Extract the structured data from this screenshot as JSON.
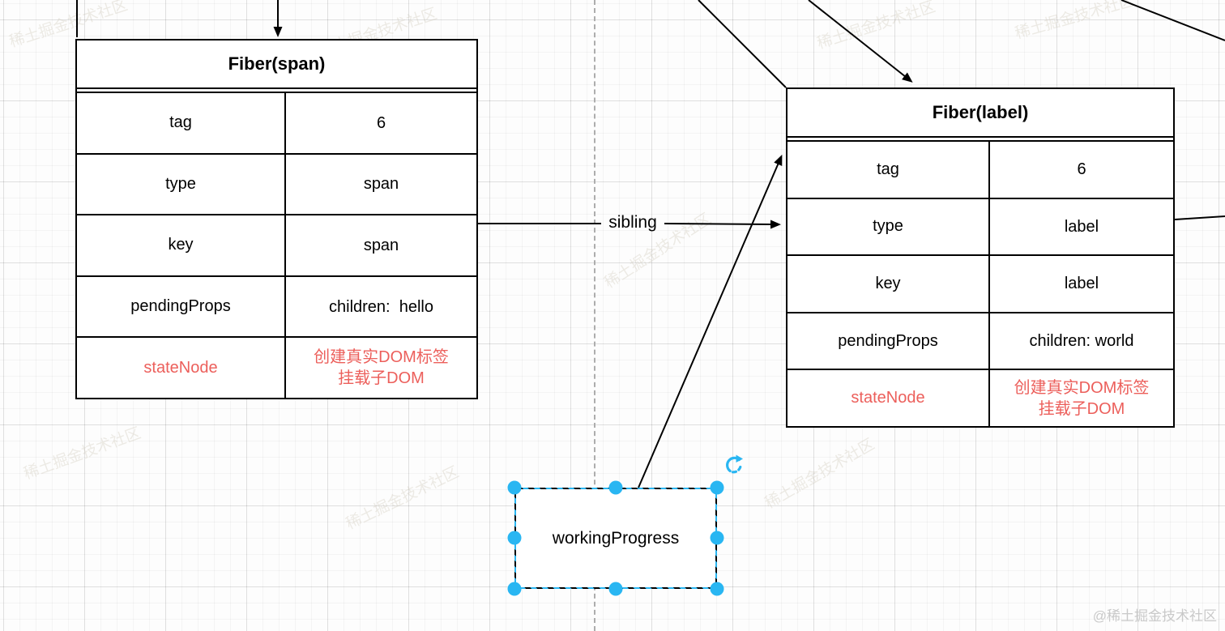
{
  "canvas": {
    "watermark_tile": "稀土掘金技术社区",
    "corner_watermark": "@稀土掘金技术社区"
  },
  "edges": {
    "sibling_label": "sibling"
  },
  "selection": {
    "node_label": "workingProgress"
  },
  "tables": {
    "span": {
      "title": "Fiber(span)",
      "rows": [
        {
          "key": "tag",
          "value": "6"
        },
        {
          "key": "type",
          "value": "span"
        },
        {
          "key": "key",
          "value": "span"
        },
        {
          "key": "pendingProps",
          "value": "children:  hello"
        },
        {
          "key": "stateNode",
          "value": "创建真实DOM标签\n挂载子DOM"
        }
      ]
    },
    "label": {
      "title": "Fiber(label)",
      "rows": [
        {
          "key": "tag",
          "value": "6"
        },
        {
          "key": "type",
          "value": "label"
        },
        {
          "key": "key",
          "value": "label"
        },
        {
          "key": "pendingProps",
          "value": "children: world"
        },
        {
          "key": "stateNode",
          "value": "创建真实DOM标签\n挂载子DOM"
        }
      ]
    }
  },
  "colors": {
    "red_text": "#ec5f5b",
    "selection_blue": "#29b6f2"
  }
}
